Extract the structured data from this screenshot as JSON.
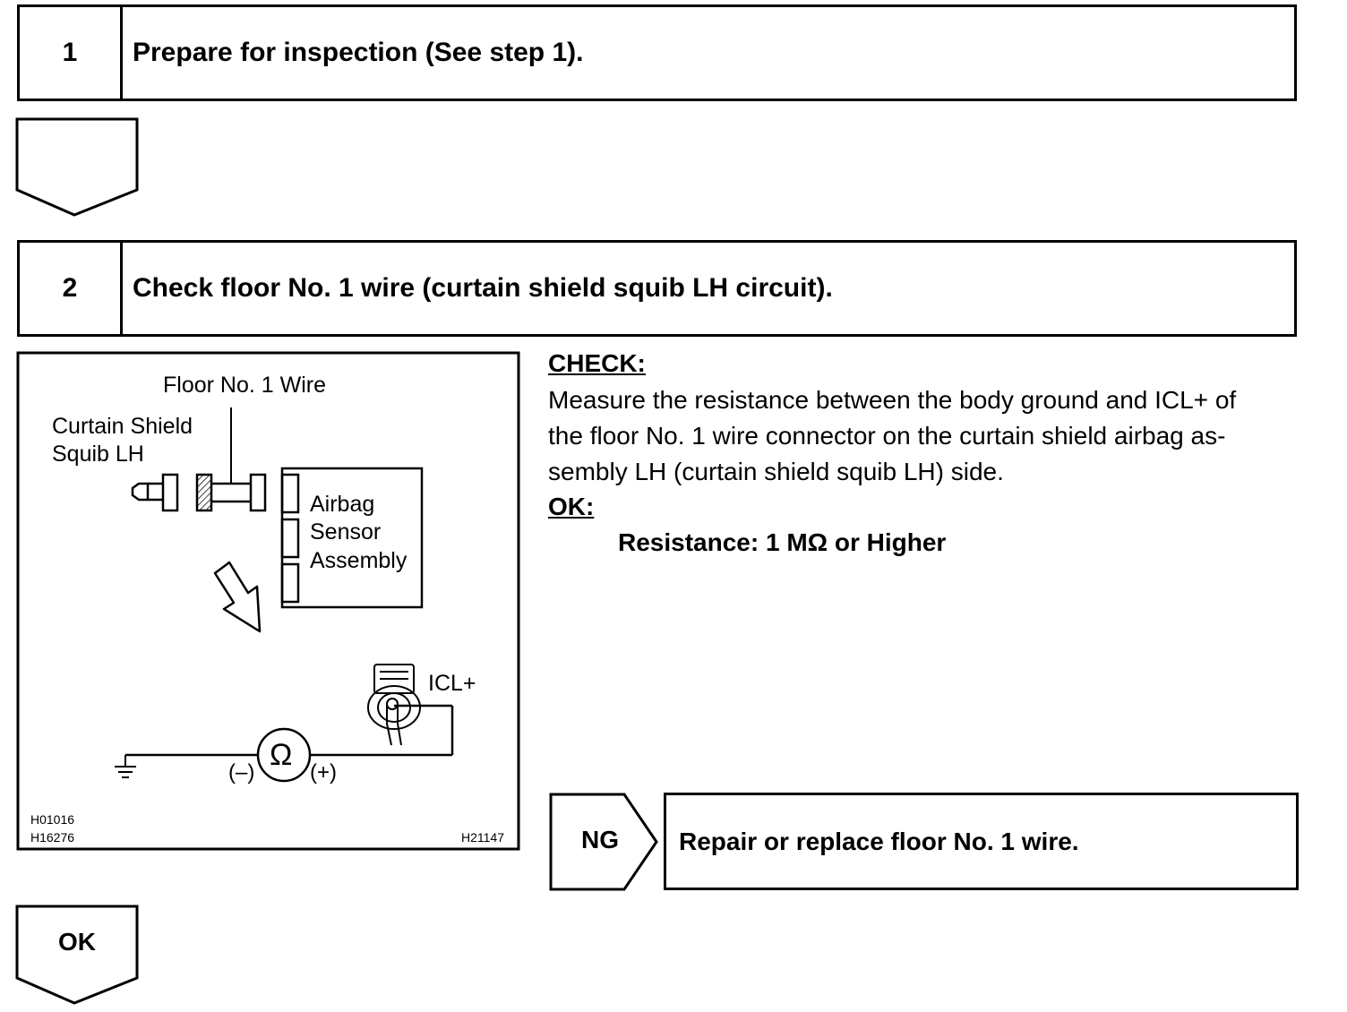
{
  "step1": {
    "number": "1",
    "title": "Prepare for inspection (See step 1)."
  },
  "step2": {
    "number": "2",
    "title": "Check floor No. 1 wire (curtain shield squib LH circuit)."
  },
  "diagram": {
    "floor_wire_label": "Floor No. 1 Wire",
    "squib_label_line1": "Curtain Shield",
    "squib_label_line2": "Squib LH",
    "airbag_line1": "Airbag",
    "airbag_line2": "Sensor",
    "airbag_line3": "Assembly",
    "icl_label": "ICL+",
    "ohm_symbol": "Ω",
    "minus_label": "(–)",
    "plus_label": "(+)",
    "code1": "H01016",
    "code2": "H16276",
    "code3": "H21147"
  },
  "check": {
    "heading": "CHECK:",
    "line1": "Measure the resistance between the body ground and ICL+ of",
    "line2": "the floor No. 1 wire connector on the curtain shield airbag as-",
    "line3": "sembly LH (curtain shield squib LH) side.",
    "ok_heading": "OK:",
    "spec": "Resistance: 1 MΩ or Higher"
  },
  "flow": {
    "ng_label": "NG",
    "ng_action": "Repair or replace floor No. 1 wire.",
    "ok_label": "OK"
  }
}
